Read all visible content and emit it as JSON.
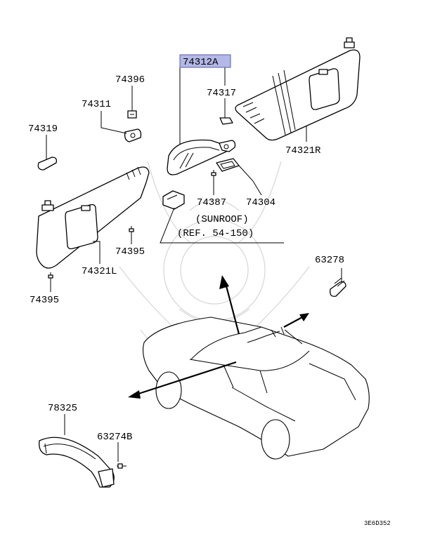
{
  "parts": {
    "p74312A": "74312A",
    "p74317": "74317",
    "p74396": "74396",
    "p74311": "74311",
    "p74319": "74319",
    "p74321R": "74321R",
    "p74387": "74387",
    "p74304": "74304",
    "p74321L": "74321L",
    "p74395a": "74395",
    "p74395b": "74395",
    "p63278": "63278",
    "p78325": "78325",
    "p63274B": "63274B"
  },
  "notes": {
    "sunroof": "(SUNROOF)",
    "ref": "(REF. 54-150)"
  },
  "figure_code": "3E6D352",
  "colors": {
    "highlight_fill": "#b3b8e6",
    "highlight_stroke": "#5a5fa8",
    "line": "#000000",
    "watermark": "#d6d6d6"
  }
}
